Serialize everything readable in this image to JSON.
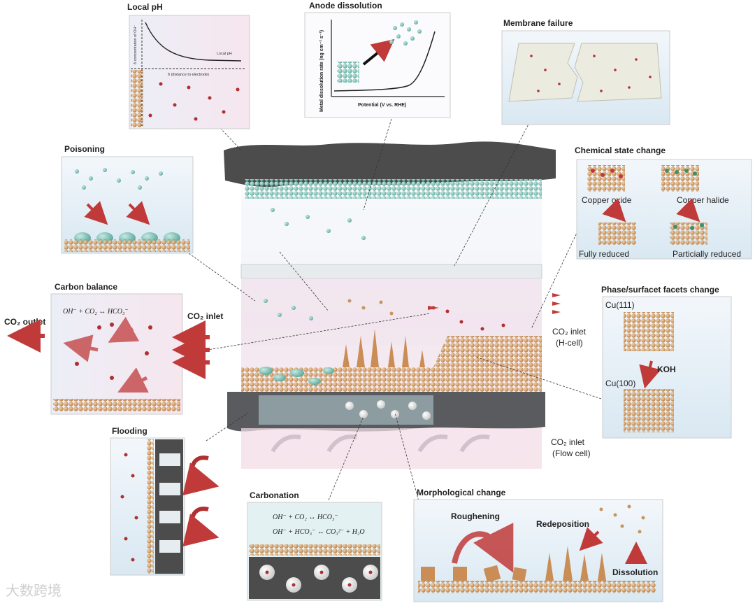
{
  "panels": {
    "local_ph": {
      "title": "Local pH",
      "curve_label": "Local pH",
      "yaxis": "δ concentration of OH⁻",
      "xaxis": "δ (distance to electrode)"
    },
    "anode_dissolution": {
      "title": "Anode dissolution",
      "ylabel": "Metal dissolution rate (ng cm⁻² s⁻¹)",
      "xlabel": "Potential (V vs. RHE)"
    },
    "membrane_failure": {
      "title": "Membrane failure"
    },
    "poisoning": {
      "title": "Poisoning"
    },
    "chemical_state": {
      "title": "Chemical state change",
      "copper_oxide": "Copper oxide",
      "copper_halide": "Copper halide",
      "fully_reduced": "Fully reduced",
      "partially_reduced": "Particially reduced"
    },
    "carbon_balance": {
      "title": "Carbon balance",
      "eq_left": "OH⁻ + CO₂ ↔ HCO₃⁻"
    },
    "phase_facets": {
      "title": "Phase/surfacet facets change",
      "cu111": "Cu(111)",
      "koh": "KOH",
      "cu100": "Cu(100)"
    },
    "flooding": {
      "title": "Flooding"
    },
    "carbonation": {
      "title": "Carbonation",
      "eq1": "OH⁻ + CO₂ ↔ HCO₃⁻",
      "eq2": "OH⁻ + HCO₃⁻ ↔ CO₃²⁻ + H₂O"
    },
    "morphology": {
      "title": "Morphological change",
      "roughening": "Roughening",
      "redeposition": "Redeposition",
      "dissolution": "Dissolution"
    }
  },
  "labels": {
    "co2_outlet": "CO₂ outlet",
    "co2_inlet_left": "CO₂ inlet",
    "co2_inlet_hcell_1": "CO₂ inlet",
    "co2_inlet_hcell_2": "(H-cell)",
    "co2_inlet_flow_1": "CO₂ inlet",
    "co2_inlet_flow_2": "(Flow cell)"
  },
  "watermark": "大数跨境",
  "colors": {
    "teal": "#7cc4b8",
    "copper": "#d4a06a",
    "dark": "#4a4a4a",
    "red": "#b03030"
  }
}
